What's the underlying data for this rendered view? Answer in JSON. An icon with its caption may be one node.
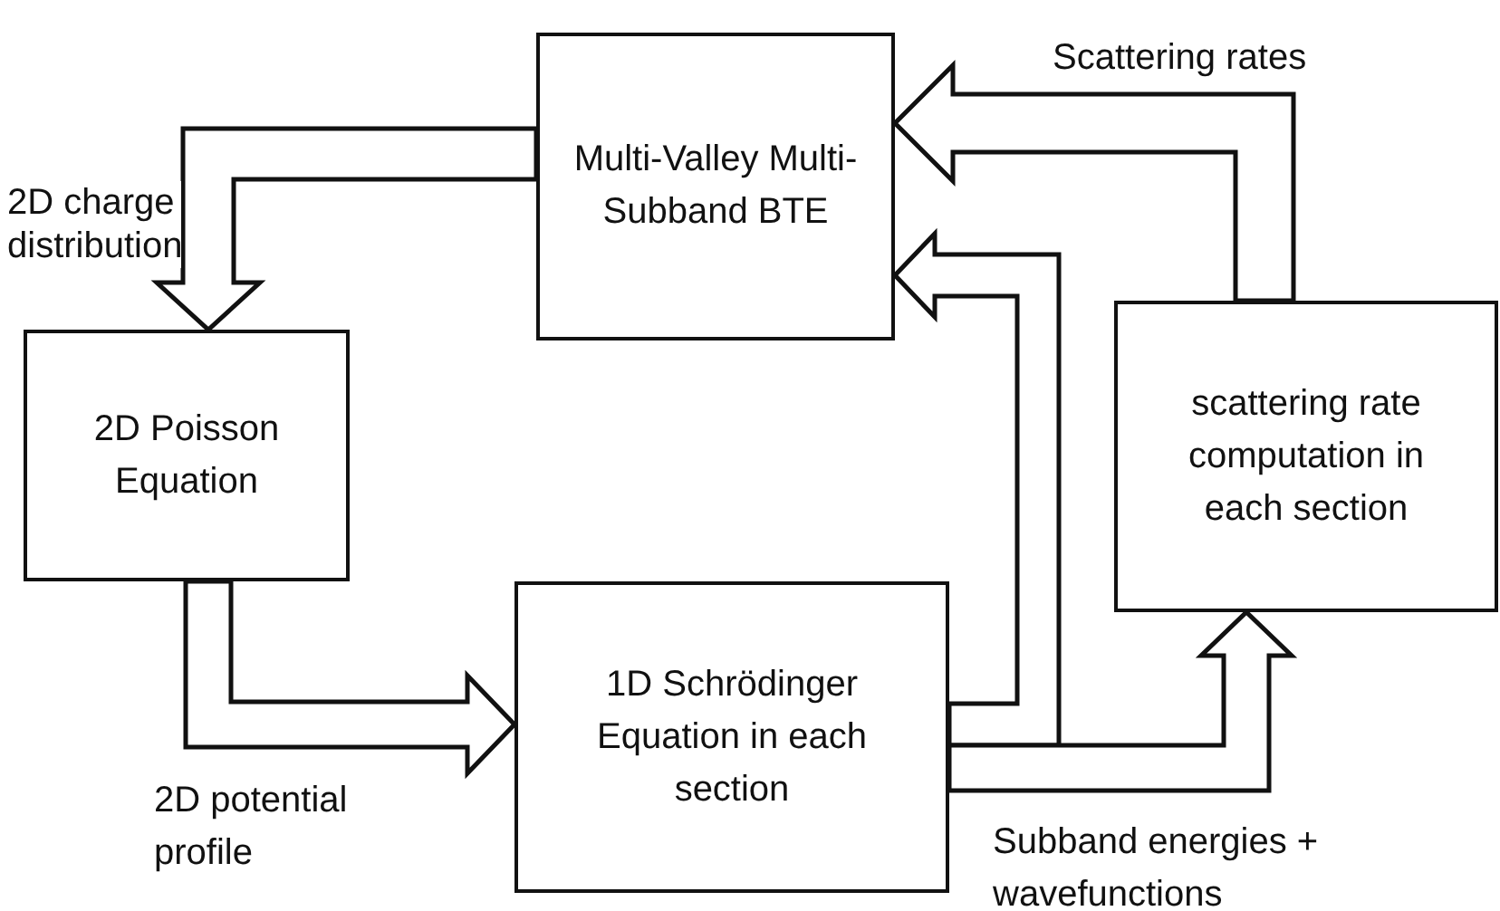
{
  "diagram": {
    "nodes": [
      {
        "text": [
          "Multi-Valley Multi-Subband BTE"
        ]
      },
      {
        "text": [
          "2D Poisson Equation"
        ]
      },
      {
        "text": [
          "1D Schrödinger Equation in each section"
        ]
      },
      {
        "text": [
          "scattering rate computation in each section"
        ]
      }
    ],
    "edges": [
      {
        "from": 0,
        "to": 1,
        "arrow": "to",
        "label": "2D charge distribution"
      },
      {
        "from": 1,
        "to": 2,
        "arrow": "to",
        "label": "2D potential profile"
      },
      {
        "from": 2,
        "to": 0,
        "arrow": "to"
      },
      {
        "from": 2,
        "to": 3,
        "arrow": "to",
        "label": "Subband energies + wavefunctions"
      },
      {
        "from": 3,
        "to": 0,
        "arrow": "to",
        "label": "Scattering rates"
      }
    ]
  }
}
